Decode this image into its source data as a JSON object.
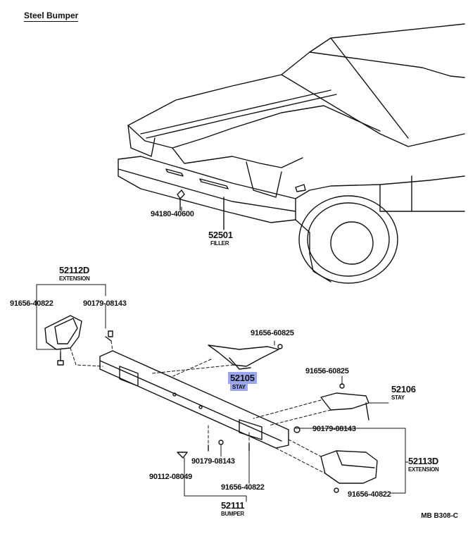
{
  "title": "Steel Bumper",
  "drawing_code": "MB  B308-C",
  "parts": {
    "p94180": "94180-40600",
    "p52501": "52501",
    "p52501_name": "FILLER",
    "p52112D": "52112D",
    "p52112D_name": "EXTENSION",
    "p91656_40822_left": "91656-40822",
    "p90179_top": "90179-08143",
    "p91656_60825_a": "91656-60825",
    "p52105": "52105",
    "p52105_name": "STAY",
    "p91656_60825_b": "91656-60825",
    "p52106": "52106",
    "p52106_name": "STAY",
    "p90179_right": "90179-08143",
    "p90179_bottom": "90179-08143",
    "p90112": "90112-08049",
    "p91656_40822_mid": "91656-40822",
    "p52113D": "52113D",
    "p52113D_name": "EXTENSION",
    "p91656_40822_right": "91656-40822",
    "p52111": "52111",
    "p52111_name": "BUMPER"
  },
  "colors": {
    "ink": "#111111",
    "highlight": "#9aa7ee"
  }
}
